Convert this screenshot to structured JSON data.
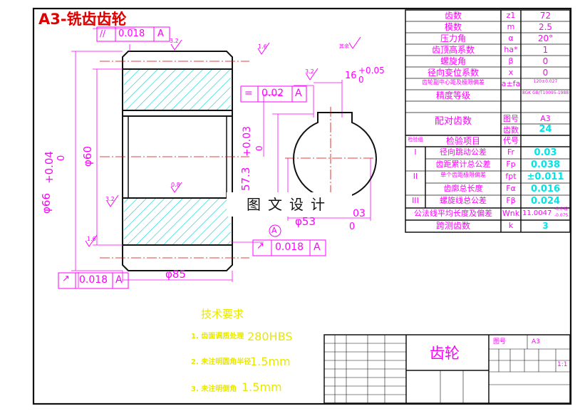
{
  "title": "A3-铣齿齿轮",
  "tolerances": {
    "top_runout": {
      "symbol": "//",
      "value": "0.018",
      "datum": "A"
    },
    "keyway_sym": {
      "symbol": "=",
      "value": "0.02",
      "datum": "A"
    },
    "face_runout": {
      "value": "0.018",
      "datum": "A"
    },
    "bottom_runout": {
      "value": "0.018",
      "datum": "A"
    }
  },
  "dims": {
    "outer_dia": "φ66",
    "outer_upper": "+0.04",
    "outer_lower": "0",
    "inner_dia": "φ60",
    "width": "φ85",
    "key_width": "16",
    "key_upper": "+0.05",
    "key_lower": "0",
    "key_depth": "57.3",
    "key_depth_upper": "+0.03",
    "key_depth_lower": "0",
    "bore": "φ53",
    "bore_tol": "+0.03",
    "bore_tol_lower": "0",
    "datum": "A"
  },
  "roughness": {
    "r1": "3.2",
    "r2": "1.6",
    "r3": "3.2",
    "r4": "0.8",
    "r5": "1.6",
    "r6": "3.2",
    "other": "其余"
  },
  "watermark": "图文设计",
  "params_table": [
    {
      "label": "齿数",
      "sym": "z1",
      "val": "72"
    },
    {
      "label": "模数",
      "sym": "m",
      "val": "2.5"
    },
    {
      "label": "压力角",
      "sym": "α",
      "val": "20°"
    },
    {
      "label": "齿顶高系数",
      "sym": "ha*",
      "val": "1"
    },
    {
      "label": "螺旋角",
      "sym": "β",
      "val": "0"
    },
    {
      "label": "径向变位系数",
      "sym": "x",
      "val": "0"
    },
    {
      "label": "齿轮副中心距及极限偏差",
      "sym": "a±fa",
      "val": "120±0.027"
    },
    {
      "label": "精度等级",
      "sym": "",
      "val": "8GK GB/T10095-1988"
    }
  ],
  "mating": {
    "label": "配对齿数",
    "rows": [
      {
        "k": "图号",
        "v": "A3"
      },
      {
        "k": "齿数",
        "v": "24"
      }
    ]
  },
  "inspection": {
    "header_group": "检验组",
    "header_item": "检验项目",
    "header_code": "代号",
    "rows": [
      {
        "group": "I",
        "item": "径向跳动公差",
        "code": "Fr",
        "val": "0.03"
      },
      {
        "group": "",
        "item": "齿距累计总公差",
        "code": "Fp",
        "val": "0.038"
      },
      {
        "group": "II",
        "item": "单个齿距极限偏差",
        "code": "fpt",
        "val": "±0.011"
      },
      {
        "group": "",
        "item": "齿廓总长度",
        "code": "Fα",
        "val": "0.016"
      },
      {
        "group": "III",
        "item": "螺旋线总公差",
        "code": "Fβ",
        "val": "0.024"
      }
    ],
    "wk": {
      "item": "公法线平均长度及偏差",
      "code": "Wnk",
      "val": "11.0047",
      "upper": "-0.042",
      "lower": "-0.075"
    },
    "span": {
      "item": "跨测齿数",
      "code": "k",
      "val": "3"
    }
  },
  "tech": {
    "heading": "技术要求",
    "items": [
      {
        "label": "1. 齿面调质处理",
        "val": "280HBS"
      },
      {
        "label": "2. 未注明圆角半径",
        "val": "1.5mm"
      },
      {
        "label": "3. 未注明倒角",
        "val": "1.5mm"
      }
    ]
  },
  "titleblock": {
    "name": "齿轮",
    "f1": "图号",
    "f2": "A3",
    "scale": "1:1"
  }
}
